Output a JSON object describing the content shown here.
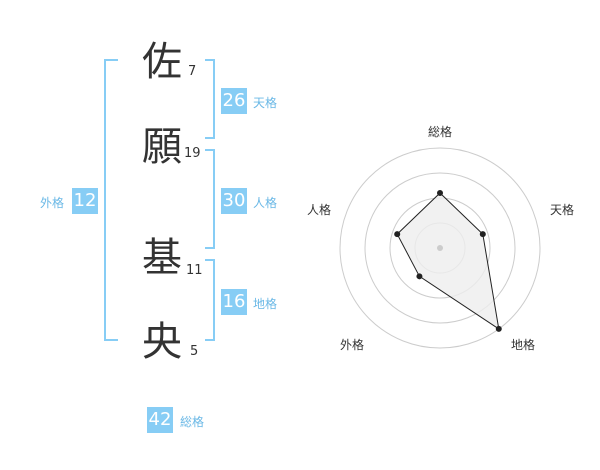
{
  "name": {
    "chars": [
      {
        "char": "佐",
        "strokes": "7"
      },
      {
        "char": "願",
        "strokes": "19"
      },
      {
        "char": "基",
        "strokes": "11"
      },
      {
        "char": "央",
        "strokes": "5"
      }
    ]
  },
  "kaku": {
    "tenkaku": {
      "value": "26",
      "label": "天格"
    },
    "jinkaku": {
      "value": "30",
      "label": "人格"
    },
    "chikaku": {
      "value": "16",
      "label": "地格"
    },
    "gaikaku": {
      "value": "12",
      "label": "外格"
    },
    "soukaku": {
      "value": "42",
      "label": "総格"
    }
  },
  "colors": {
    "accent": "#87cdf5",
    "accent_text": "#6ab8e6",
    "bracket": "#87cdf5",
    "radar_ring": "#cccccc",
    "radar_fill": "#eeeeee",
    "radar_line": "#222222"
  },
  "chart_data": {
    "type": "radar",
    "axes": [
      "総格",
      "天格",
      "地格",
      "外格",
      "人格"
    ],
    "values": [
      0.55,
      0.45,
      1.0,
      0.35,
      0.45
    ],
    "rings": 4,
    "grid": true
  }
}
